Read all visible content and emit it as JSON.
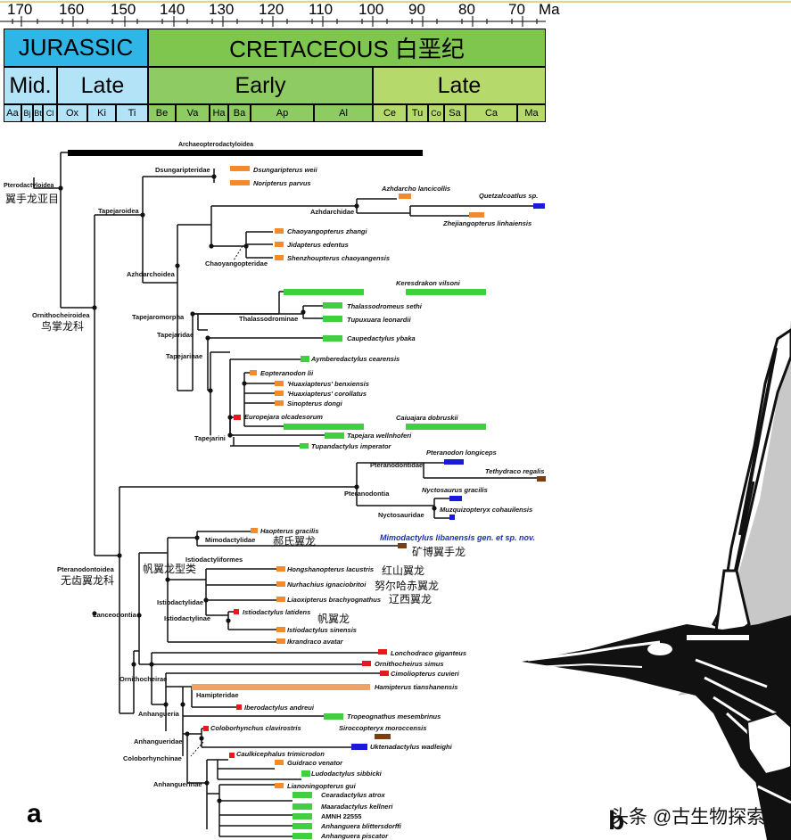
{
  "scale": {
    "ticks": [
      "170",
      "160",
      "150",
      "140",
      "130",
      "120",
      "110",
      "100",
      "90",
      "80",
      "70"
    ],
    "unit": "Ma",
    "periods": [
      "JURASSIC",
      "CRETACEOUS 白垩纪"
    ],
    "epochs": [
      "Mid.",
      "Late",
      "Early",
      "Late"
    ],
    "stages": [
      "Aa",
      "Bj",
      "Bt",
      "Cl",
      "Ox",
      "Ki",
      "Ti",
      "Be",
      "Va",
      "Ha",
      "Ba",
      "Ap",
      "Al",
      "Ce",
      "Tu",
      "Co",
      "Sa",
      "Ca",
      "Ma"
    ]
  },
  "colors": {
    "jurassic": "#2fb6e6",
    "jurassic_epoch": "#b3e3f6",
    "cretaceous": "#7fc64e",
    "early_cretaceous": "#8ecb63",
    "late_cretaceous": "#b5d96a",
    "orange": "#f28a2e",
    "green": "#3fcf3f",
    "red": "#e8191c",
    "blue": "#1a1adb",
    "brown": "#7a3e12"
  },
  "clades": {
    "pterodactyloidea": "Pterodactyloidea",
    "pterodactyloidea_cn": "翼手龙亚目",
    "archaeopterodactyloidea": "Archaeopterodactyloidea",
    "dsungaripteridae": "Dsungaripteridae",
    "tapejaroidea": "Tapejaroidea",
    "azhdarchidae": "Azhdarchidae",
    "chaoyangopteridae": "Chaoyangopteridae",
    "azhdarchoidea": "Azhdarchoidea",
    "ornithocheiroidea": "Ornithocheiroidea",
    "ornithocheiroidea_cn": "鸟掌龙科",
    "tapejaromorpha": "Tapejaromorpha",
    "thalassodrominae": "Thalassodrominae",
    "tapejaridae": "Tapejaridae",
    "tapejarinae": "Tapejarinae",
    "tapejarini": "Tapejarini",
    "pteranodontidae": "Pteranodontidae",
    "pteranodontia": "Pteranodontia",
    "nyctosauridae": "Nyctosauridae",
    "mimodactylidae": "Mimodactylidae",
    "istiodactyliformes": "Istiodactyliformes",
    "istiodactyliformes_cn": "帆翼龙型类",
    "pteranodontoidea": "Pteranodontoidea",
    "pteranodontoidea_cn": "无齿翼龙科",
    "istiodactylidae": "Istiodactylidae",
    "istiodactylinae": "Istiodactylinae",
    "lanceodontia": "Lanceodontia",
    "ornithocheirae": "Ornithocheirae",
    "hamipteridae": "Hamipteridae",
    "anhangueria": "Anhangueria",
    "anhangueridae": "Anhangueridae",
    "coloborhynchinae": "Coloborhynchinae",
    "anhanguerinae": "Anhanguerinae"
  },
  "taxa": {
    "dsungaripterus": "Dsungaripterus weii",
    "noripterus": "Noripterus parvus",
    "azhdarcho": "Azhdarcho lancicollis",
    "quetzalcoatlus": "Quetzalcoatlus sp.",
    "zhejiangopterus": "Zhejiangopterus linhaiensis",
    "chaoyangopterus": "Chaoyangopterus zhangi",
    "jidapterus": "Jidapterus edentus",
    "shenzhoupterus": "Shenzhoupterus chaoyangensis",
    "keresdrakon": "Keresdrakon vilsoni",
    "thalassodromeus": "Thalassodromeus sethi",
    "tupuxuara": "Tupuxuara leonardii",
    "caupedactylus": "Caupedactylus ybaka",
    "aymberedactylus": "Aymberedactylus cearensis",
    "eopteranodon": "Eopteranodon lii",
    "huaxia_benx": "'Huaxiapterus' benxiensis",
    "huaxia_coro": "'Huaxiapterus' corollatus",
    "sinopterus": "Sinopterus dongi",
    "europejara": "Europejara olcadesorum",
    "caiuajara": "Caiuajara dobruskii",
    "tapejara": "Tapejara wellnhoferi",
    "tupandactylus": "Tupandactylus imperator",
    "pteranodon": "Pteranodon longiceps",
    "tethydraco": "Tethydraco regalis",
    "nyctosaurus": "Nyctosaurus gracilis",
    "muzquizopteryx": "Muzquizopteryx cohauilensis",
    "haopterus": "Haopterus gracilis",
    "haopterus_cn": "郝氏翼龙",
    "mimodactylus": "Mimodactylus libanensis gen. et sp. nov.",
    "mimodactylus_cn": "矿博翼手龙",
    "hongshanopterus": "Hongshanopterus lacustris",
    "hongshanopterus_cn": "红山翼龙",
    "nurhachius": "Nurhachius ignaciobritoi",
    "nurhachius_cn": "努尔哈赤翼龙",
    "liaoxipterus": "Liaoxipterus brachyognathus",
    "liaoxipterus_cn": "辽西翼龙",
    "istiodactylus_lat": "Istiodactylus latidens",
    "istiodactylus_cn": "帆翼龙",
    "istiodactylus_sin": "Istiodactylus sinensis",
    "ikrandraco": "Ikrandraco avatar",
    "lonchodraco": "Lonchodraco giganteus",
    "ornithocheirus": "Ornithocheirus simus",
    "cimoliopterus": "Cimoliopterus cuvieri",
    "hamipterus": "Hamipterus tianshanensis",
    "iberodactylus": "Iberodactylus andreui",
    "tropeognathus": "Tropeognathus mesembrinus",
    "siroccopteryx": "Siroccopteryx moroccensis",
    "coloborhynchus": "Coloborhynchus clavirostris",
    "uktenadactylus": "Uktenadactylus wadleighi",
    "caulkicephalus": "Caulkicephalus trimicrodon",
    "guidraco": "Guidraco venator",
    "ludodactylus": "Ludodactylus sibbicki",
    "lianoningopterus": "Lianoningopterus gui",
    "cearadactylus": "Cearadactylus atrox",
    "maaradactylus": "Maaradactylus kellneri",
    "amnh": "AMNH 22555",
    "anhanguera_blitt": "Anhanguera blittersdorffi",
    "anhanguera_pisc": "Anhanguera piscator"
  },
  "panels": {
    "a": "a",
    "b": "b"
  },
  "watermark": "头条 @古生物探索"
}
